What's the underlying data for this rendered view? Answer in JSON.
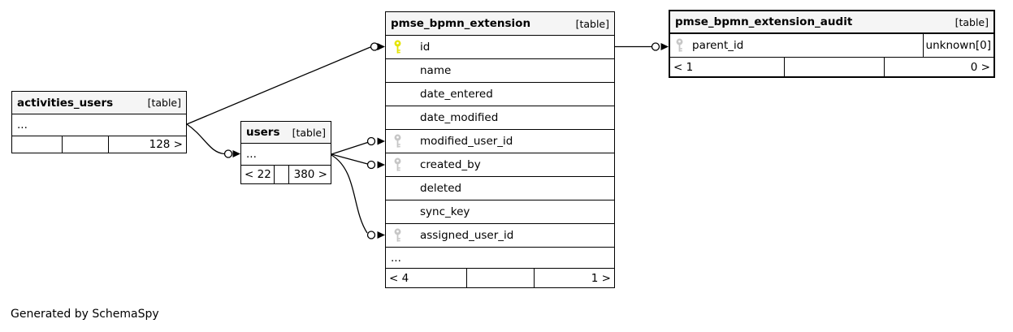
{
  "diagram": {
    "generator_note": "Generated by SchemaSpy"
  },
  "colors": {
    "primary_key": "#e4e400",
    "foreign_key": "#c6c6c6",
    "header_bg": "#f5f5f5",
    "line": "#000000"
  },
  "icons": {
    "primary_key": "yellow-key",
    "foreign_key": "gray-key",
    "zero_one_marker": "open-circle",
    "many_marker": "solid-arrowhead"
  },
  "tables": {
    "activities_users": {
      "name": "activities_users",
      "tag": "[table]",
      "ellipsis": "...",
      "footer": [
        "",
        "",
        "128 >"
      ]
    },
    "users": {
      "name": "users",
      "tag": "[table]",
      "ellipsis": "...",
      "footer": [
        "< 22",
        "",
        "380 >"
      ]
    },
    "pmse_bpmn_extension": {
      "name": "pmse_bpmn_extension",
      "tag": "[table]",
      "columns": [
        {
          "name": "id",
          "key": "primary"
        },
        {
          "name": "name",
          "key": ""
        },
        {
          "name": "date_entered",
          "key": ""
        },
        {
          "name": "date_modified",
          "key": ""
        },
        {
          "name": "modified_user_id",
          "key": "foreign"
        },
        {
          "name": "created_by",
          "key": "foreign"
        },
        {
          "name": "deleted",
          "key": ""
        },
        {
          "name": "sync_key",
          "key": ""
        },
        {
          "name": "assigned_user_id",
          "key": "foreign"
        }
      ],
      "ellipsis": "...",
      "footer": [
        "< 4",
        "",
        "1 >"
      ]
    },
    "pmse_bpmn_extension_audit": {
      "name": "pmse_bpmn_extension_audit",
      "tag": "[table]",
      "columns": [
        {
          "name": "parent_id",
          "key": "foreign",
          "type": "unknown[0]"
        }
      ],
      "footer": [
        "< 1",
        "",
        "0 >"
      ]
    }
  }
}
